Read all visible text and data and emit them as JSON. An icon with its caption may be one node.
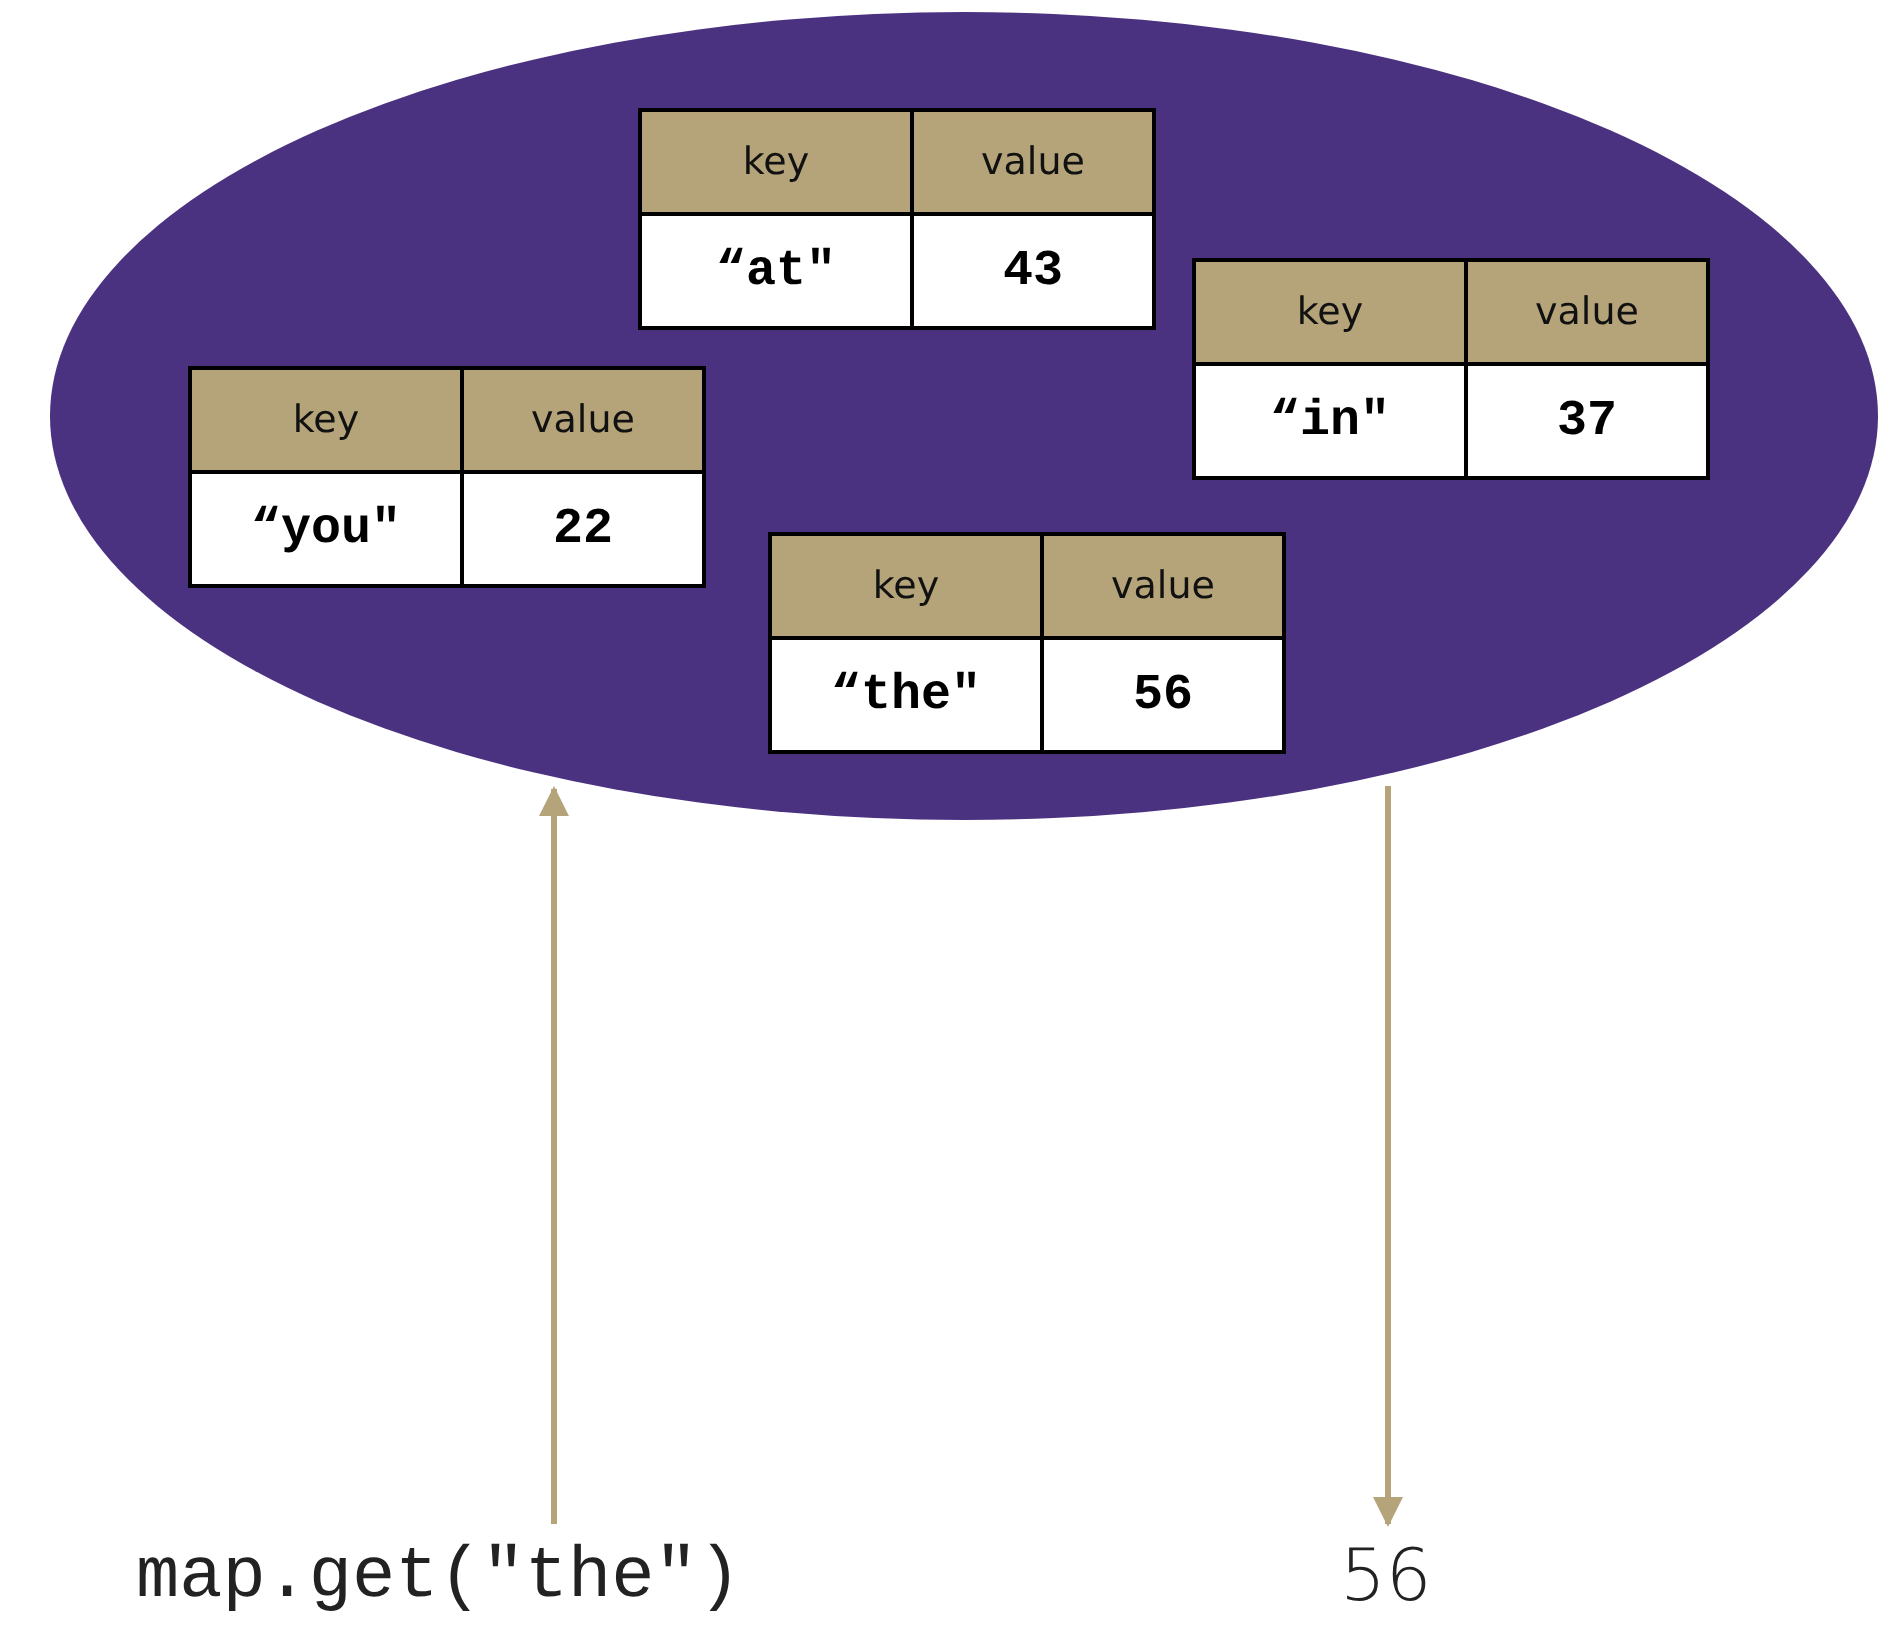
{
  "diagram": {
    "nodes": [
      {
        "text": [],
        "shape": "ellipse"
      },
      {
        "text": [
          "key",
          "value",
          "“at\"",
          "43"
        ],
        "in": 0
      },
      {
        "text": [
          "key",
          "value",
          "“in\"",
          "37"
        ],
        "in": 0
      },
      {
        "text": [
          "key",
          "value",
          "“you\"",
          "22"
        ],
        "in": 0
      },
      {
        "text": [
          "key",
          "value",
          "“the\"",
          "56"
        ],
        "in": 0
      },
      {
        "text": [
          "map.get(\"the\")"
        ]
      },
      {
        "text": [
          "56"
        ]
      }
    ],
    "edges": [
      {
        "from": 5,
        "to": 0,
        "arrow": "to"
      },
      {
        "from": 0,
        "to": 6,
        "arrow": "to"
      }
    ]
  }
}
